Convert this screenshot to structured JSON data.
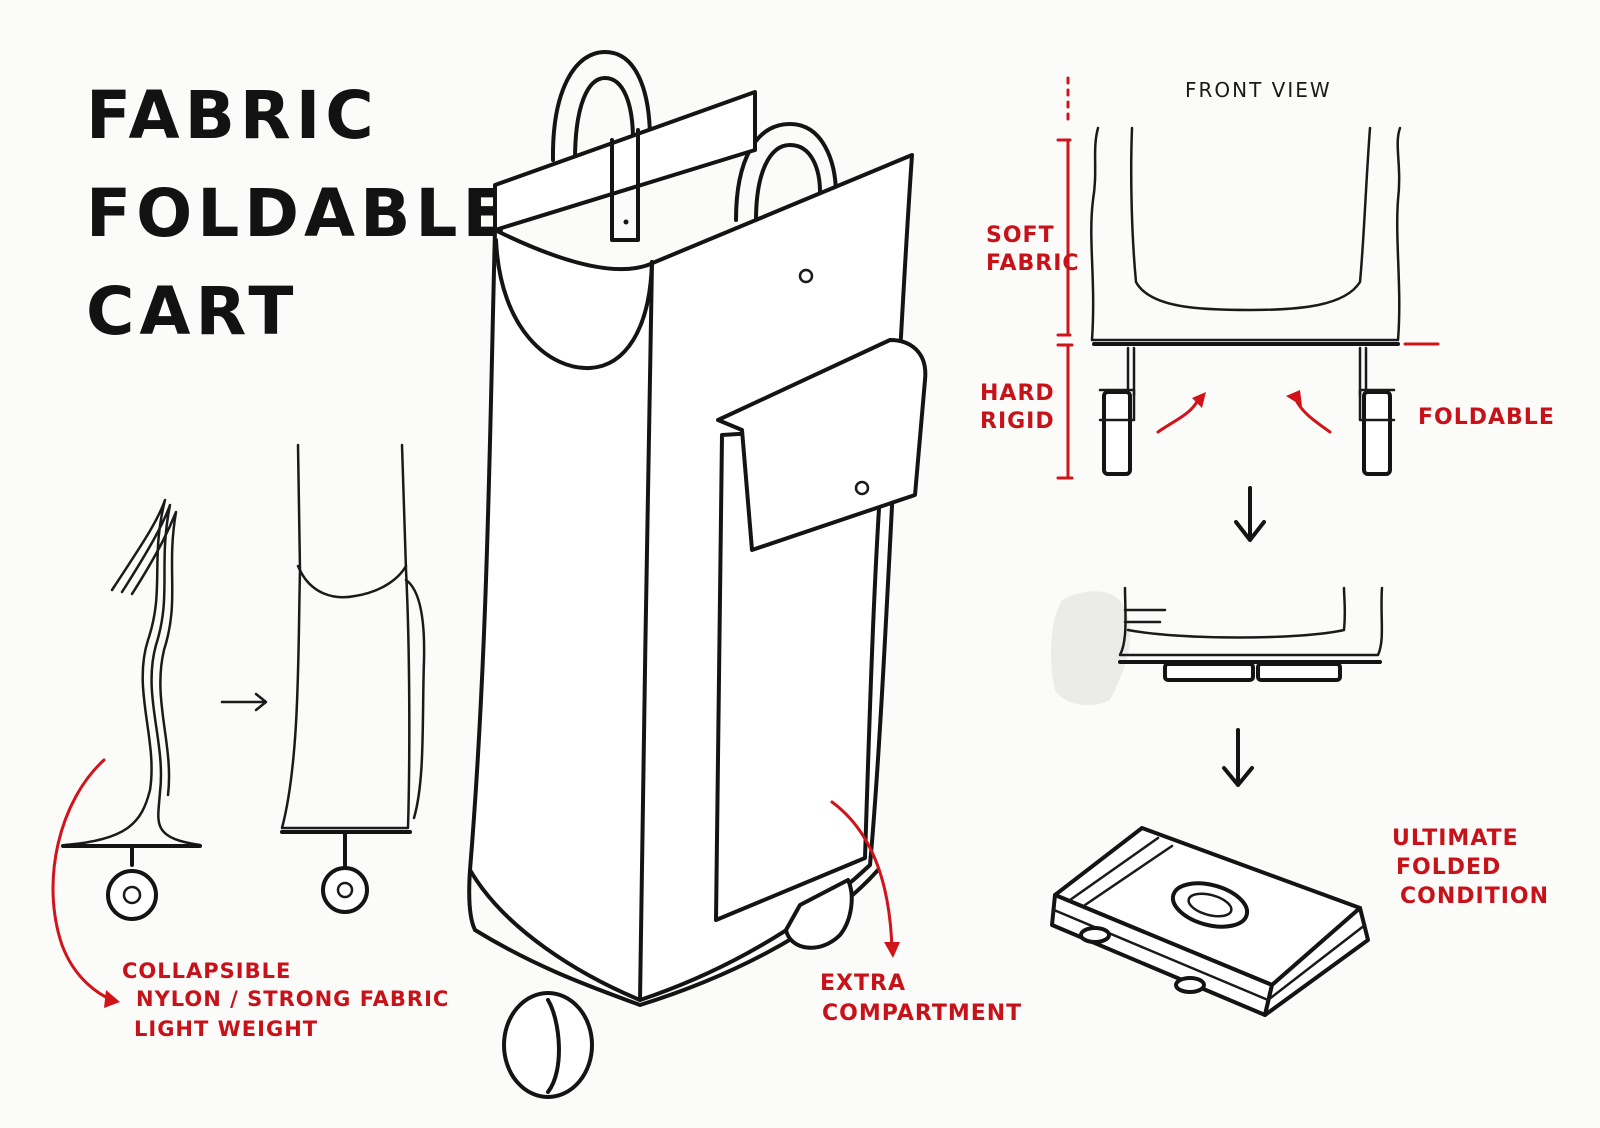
{
  "title": {
    "line1": "FABRIC",
    "line2": "FOLDABLE",
    "line3": "CART"
  },
  "annotations": {
    "front_view": "FRONT VIEW",
    "soft_fabric_1": "SOFT",
    "soft_fabric_2": "FABRIC",
    "hard_rigid_1": "HARD",
    "hard_rigid_2": "RIGID",
    "foldable": "FOLDABLE",
    "ultimate_1": "ULTIMATE",
    "ultimate_2": "FOLDED",
    "ultimate_3": "CONDITION",
    "extra_1": "EXTRA",
    "extra_2": "COMPARTMENT",
    "collapsible_1": "COLLAPSIBLE",
    "collapsible_2": "NYLON / STRONG FABRIC",
    "collapsible_3": "LIGHT WEIGHT"
  },
  "colors": {
    "ink": "#141414",
    "annotation_red": "#d0141a",
    "paper": "#fbfbf9"
  }
}
